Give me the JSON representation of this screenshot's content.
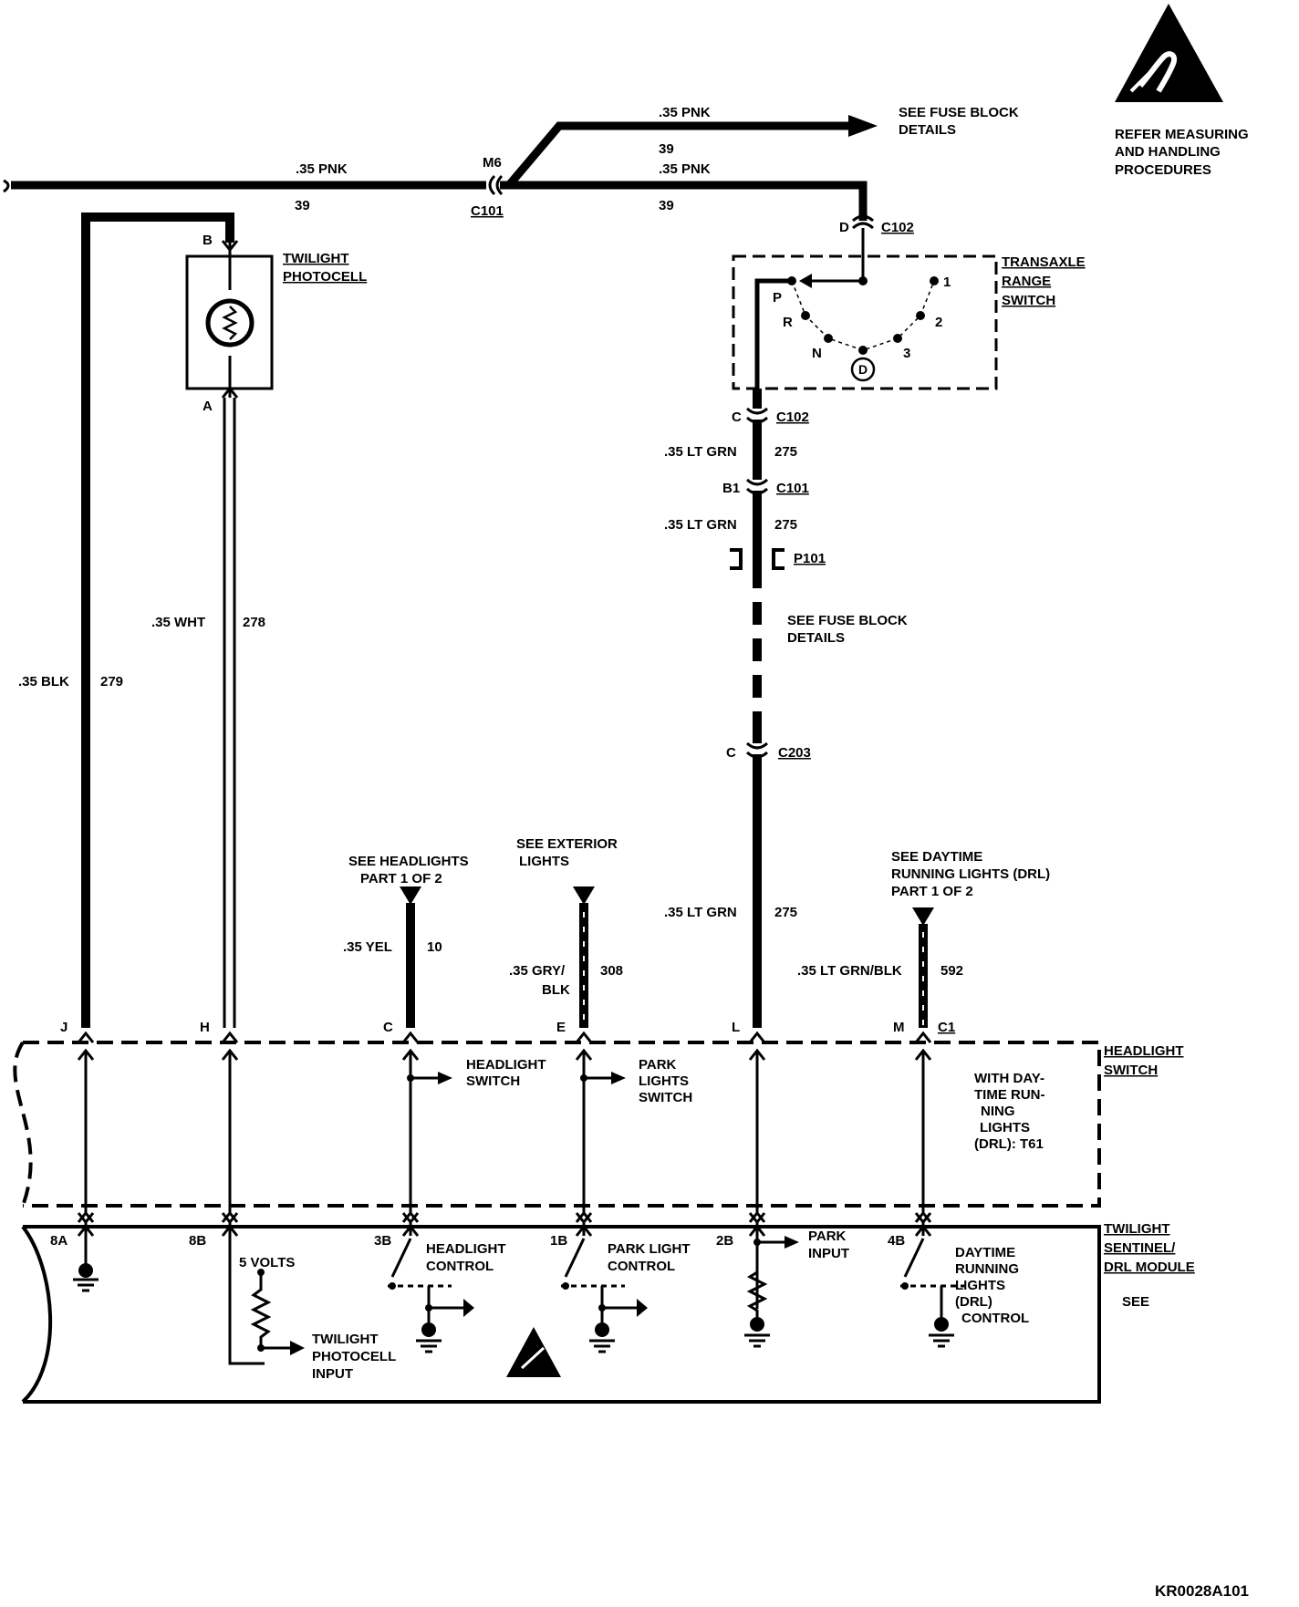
{
  "esd_note": [
    "REFER MEASURING",
    "AND HANDLING",
    "PROCEDURES"
  ],
  "figure_code": "KR0028A101",
  "top_wire": {
    "left": {
      "color": ".35 PNK",
      "circuit": "39"
    },
    "branch": {
      "color": ".35 PNK",
      "circuit": "39"
    },
    "right": {
      "color": ".35 PNK",
      "circuit": "39"
    },
    "fuse_ref": [
      "SEE FUSE BLOCK",
      "DETAILS"
    ],
    "splice": "M6",
    "connector": "C101"
  },
  "photocell": {
    "name": [
      "TWILIGHT",
      "PHOTOCELL"
    ],
    "pin_top": "B",
    "pin_bottom": "A"
  },
  "transaxle": {
    "name": [
      "TRANSAXLE",
      "RANGE",
      "SWITCH"
    ],
    "top_pin": "D",
    "top_connector": "C102",
    "positions": [
      "P",
      "R",
      "N",
      "D",
      "3",
      "2",
      "1"
    ]
  },
  "wires": {
    "blk": {
      "color": ".35 BLK",
      "circuit": "279"
    },
    "wht": {
      "color": ".35 WHT",
      "circuit": "278"
    },
    "yel": {
      "color": ".35 YEL",
      "circuit": "10"
    },
    "gry": {
      "color_lines": [
        ".35 GRY/",
        "BLK"
      ],
      "circuit": "308"
    },
    "ltgrn_1": {
      "color": ".35 LT GRN",
      "circuit": "275"
    },
    "ltgrn_2": {
      "color": ".35 LT GRN",
      "circuit": "275"
    },
    "ltgrn_3": {
      "color": ".35 LT GRN",
      "circuit": "275"
    },
    "ltgrnblk": {
      "color": ".35 LT GRN/BLK",
      "circuit": "592"
    }
  },
  "connectors": {
    "c102_pin": "C",
    "c102": "C102",
    "c101_pin": "B1",
    "c101": "C101",
    "p101": "P101",
    "c203_pin": "C",
    "c203": "C203",
    "fuse_ref": [
      "SEE FUSE BLOCK",
      "DETAILS"
    ]
  },
  "refs": {
    "headlights": [
      "SEE HEADLIGHTS",
      "PART 1 OF 2"
    ],
    "exterior": [
      "SEE EXTERIOR",
      "LIGHTS"
    ],
    "drl": [
      "SEE DAYTIME",
      "RUNNING LIGHTS (DRL)",
      "PART 1 OF 2"
    ]
  },
  "headlight_switch": {
    "name": [
      "HEADLIGHT",
      "SWITCH"
    ],
    "pins": [
      "J",
      "H",
      "C",
      "E",
      "L",
      "M"
    ],
    "connector": "C1",
    "headlight_switch_label": [
      "HEADLIGHT",
      "SWITCH"
    ],
    "park_switch_label": [
      "PARK",
      "LIGHTS",
      "SWITCH"
    ],
    "drl_note": [
      "WITH DAY-",
      "TIME RUN-",
      "NING",
      "LIGHTS",
      "(DRL): T61"
    ]
  },
  "module": {
    "name": [
      "TWILIGHT",
      "SENTINEL/",
      "DRL MODULE"
    ],
    "see": "SEE",
    "pins": [
      "8A",
      "8B",
      "3B",
      "1B",
      "2B",
      "4B"
    ],
    "five_volts": "5 VOLTS",
    "photocell_input": [
      "TWILIGHT",
      "PHOTOCELL",
      "INPUT"
    ],
    "headlight_control": [
      "HEADLIGHT",
      "CONTROL"
    ],
    "park_light_control": [
      "PARK LIGHT",
      "CONTROL"
    ],
    "park_input": [
      "PARK",
      "INPUT"
    ],
    "drl_control": [
      "DAYTIME",
      "RUNNING",
      "LIGHTS",
      "(DRL)",
      "CONTROL"
    ]
  }
}
